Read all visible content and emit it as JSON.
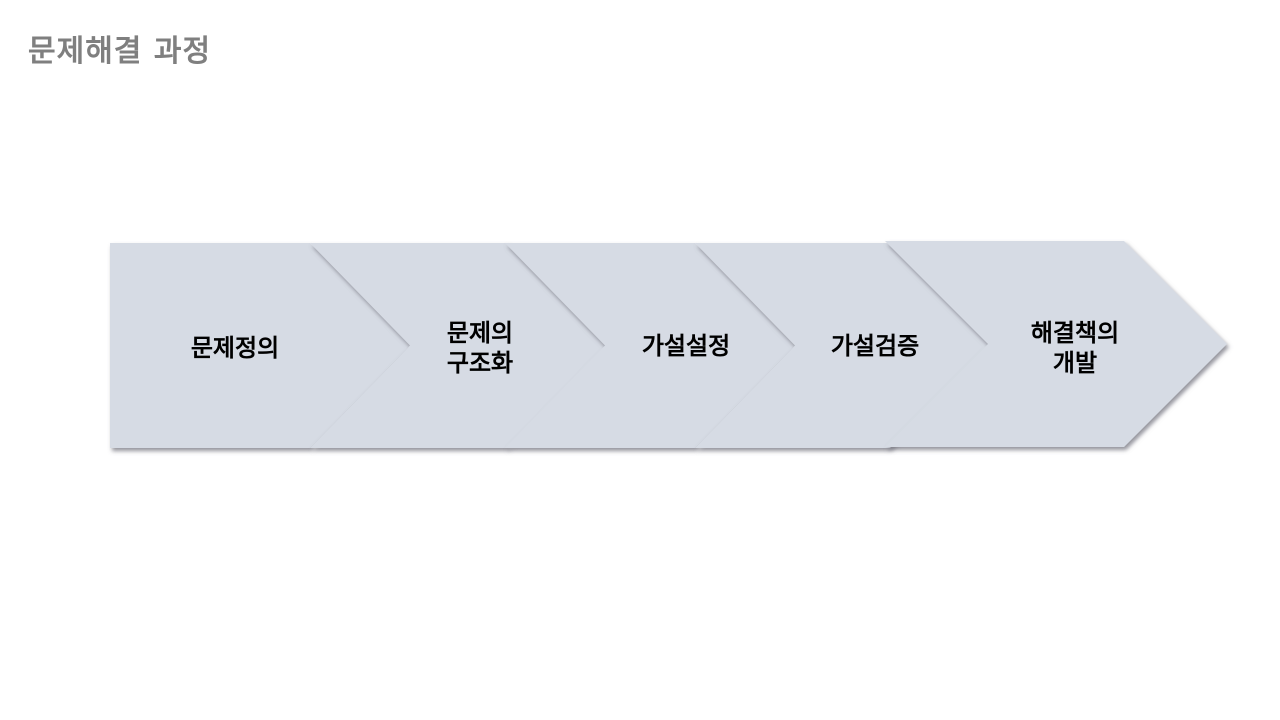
{
  "title": "문제해결 과정",
  "colors": {
    "chevron_fill": "#d6dbe4",
    "chevron_shadow": "#8f8f99",
    "title": "#7f7f7f",
    "label": "#000000"
  },
  "steps": [
    {
      "lines": [
        "문제정의"
      ]
    },
    {
      "lines": [
        "문제의",
        "구조화"
      ]
    },
    {
      "lines": [
        "가설설정"
      ]
    },
    {
      "lines": [
        "가설검증"
      ]
    },
    {
      "lines": [
        "해결책의",
        "개발"
      ]
    }
  ]
}
